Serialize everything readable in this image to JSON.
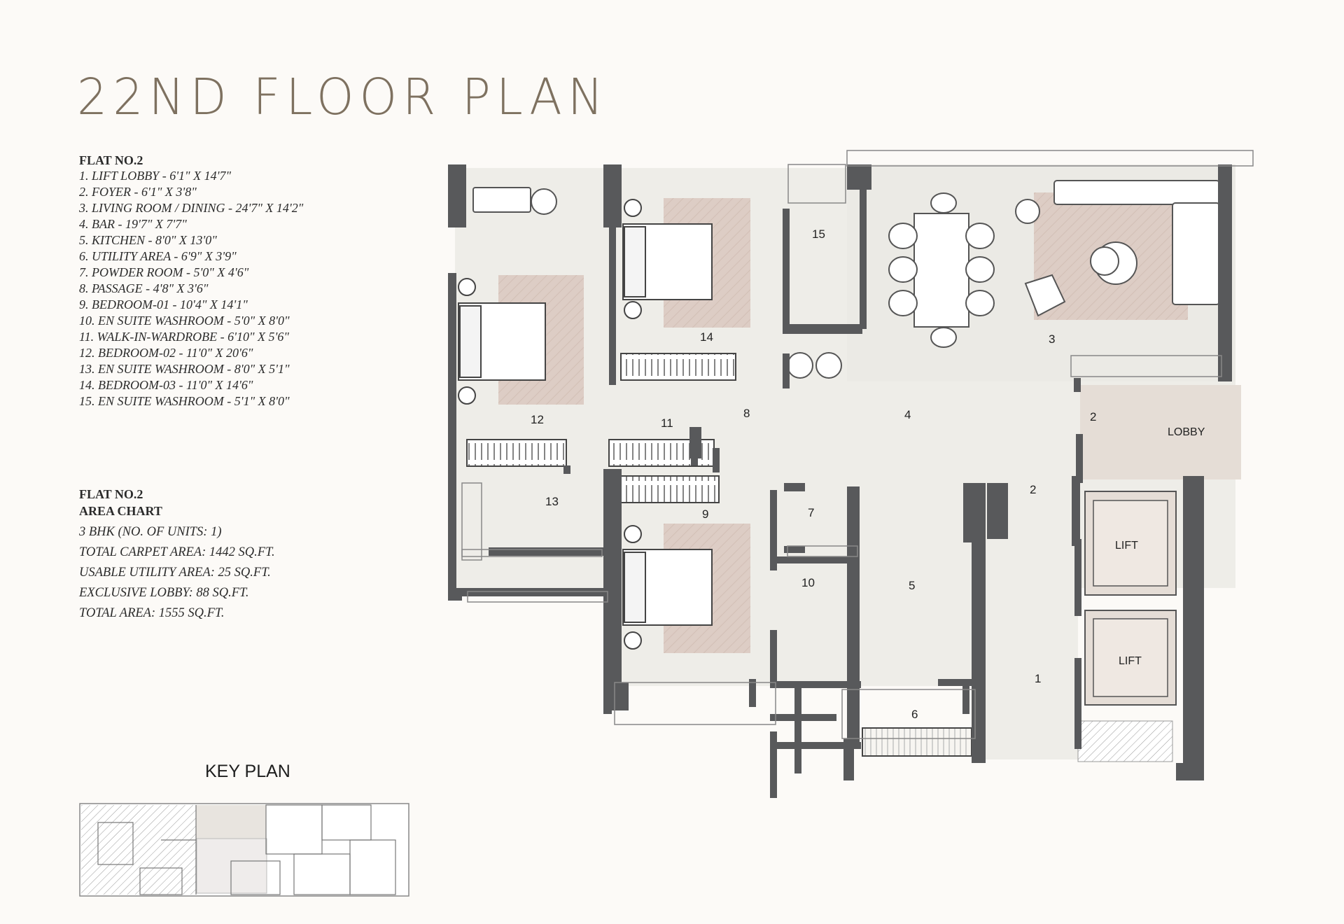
{
  "title": "22ND FLOOR PLAN",
  "flat_heading": "FLAT NO.2",
  "rooms": [
    "1. LIFT LOBBY -  6'1\" X 14'7\"",
    "2. FOYER -  6'1\" X 3'8\"",
    "3. LIVING ROOM / DINING -  24'7\" X 14'2\"",
    "4. BAR -  19'7\" X 7'7\"",
    "5. KITCHEN -  8'0\" X 13'0\"",
    "6. UTILITY AREA -  6'9\" X 3'9\"",
    "7. POWDER ROOM -  5'0\" X 4'6\"",
    "8. PASSAGE -  4'8\" X 3'6\"",
    "9. BEDROOM-01 -  10'4\" X 14'1\"",
    "10. EN SUITE WASHROOM -  5'0\" X 8'0\"",
    "11. WALK-IN-WARDROBE -  6'10\" X 5'6\"",
    "12. BEDROOM-02 -  11'0\" X 20'6\"",
    "13. EN SUITE WASHROOM -  8'0\" X 5'1\"",
    "14. BEDROOM-03 -  11'0\" X 14'6\"",
    "15. EN SUITE WASHROOM -  5'1\" X 8'0\""
  ],
  "area_chart": {
    "heading_line1": "FLAT NO.2",
    "heading_line2": "AREA CHART",
    "lines": [
      "3 BHK (NO. OF UNITS: 1)",
      "TOTAL CARPET AREA: 1442 SQ.FT.",
      "USABLE UTILITY AREA: 25 SQ.FT.",
      "EXCLUSIVE LOBBY: 88 SQ.FT.",
      "TOTAL AREA: 1555 SQ.FT."
    ]
  },
  "key_plan_title": "KEY PLAN",
  "plan_labels": {
    "r1": "1",
    "r2": "2",
    "r2b": "2",
    "r3": "3",
    "r4": "4",
    "r5": "5",
    "r6": "6",
    "r7": "7",
    "r8": "8",
    "r9": "9",
    "r10": "10",
    "r11": "11",
    "r12": "12",
    "r13": "13",
    "r14": "14",
    "r15": "15",
    "lobby": "LOBBY",
    "lift_a": "LIFT",
    "lift_b": "LIFT"
  },
  "colors": {
    "wall": "#58595b",
    "floor": "#eeede8",
    "rug": "#ddcdc5",
    "lobby": "#e5ddd6",
    "title": "#7e7160"
  }
}
